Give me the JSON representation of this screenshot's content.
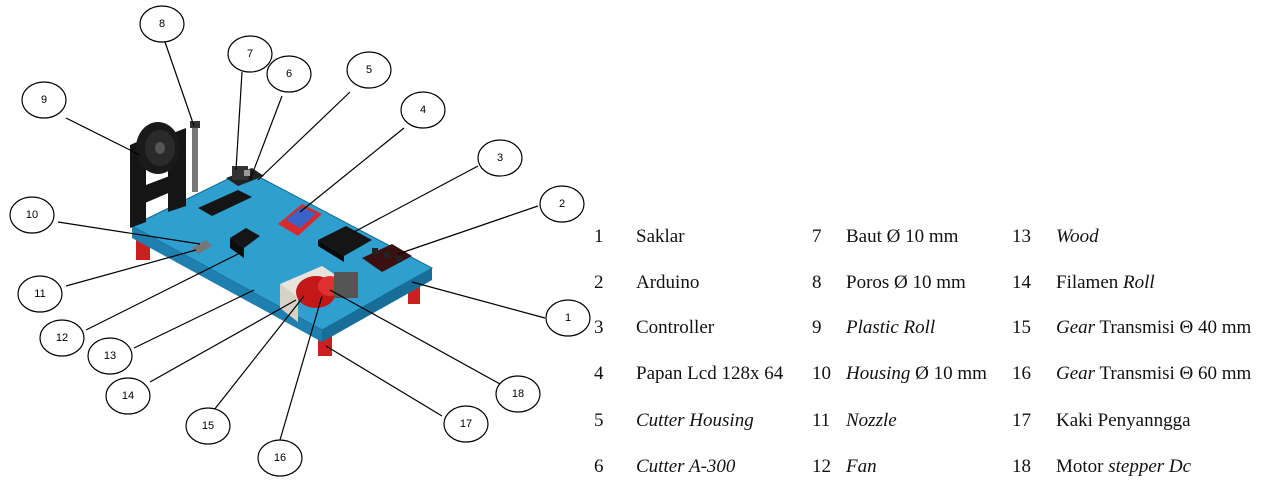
{
  "callouts": [
    "1",
    "2",
    "3",
    "4",
    "5",
    "6",
    "7",
    "8",
    "9",
    "10",
    "11",
    "12",
    "13",
    "14",
    "15",
    "16",
    "17",
    "18"
  ],
  "legend": [
    {
      "num": "1",
      "parts": [
        {
          "t": "Saklar",
          "i": false
        }
      ]
    },
    {
      "num": "2",
      "parts": [
        {
          "t": "Arduino",
          "i": false
        }
      ]
    },
    {
      "num": "3",
      "parts": [
        {
          "t": "Controller",
          "i": false
        }
      ]
    },
    {
      "num": "4",
      "parts": [
        {
          "t": "Papan Lcd 128x 64",
          "i": false
        }
      ]
    },
    {
      "num": "5",
      "parts": [
        {
          "t": "Cutter Housing",
          "i": true
        }
      ]
    },
    {
      "num": "6",
      "parts": [
        {
          "t": "Cutter A-300",
          "i": true
        }
      ]
    },
    {
      "num": "7",
      "parts": [
        {
          "t": "Baut Ø 10 mm",
          "i": false
        }
      ]
    },
    {
      "num": "8",
      "parts": [
        {
          "t": "Poros Ø 10 mm",
          "i": false
        }
      ]
    },
    {
      "num": "9",
      "parts": [
        {
          "t": "Plastic Roll",
          "i": true
        }
      ]
    },
    {
      "num": "10",
      "parts": [
        {
          "t": "Housing",
          "i": true
        },
        {
          "t": " Ø 10 mm",
          "i": false
        }
      ]
    },
    {
      "num": "11",
      "parts": [
        {
          "t": "Nozzle",
          "i": true
        }
      ]
    },
    {
      "num": "12",
      "parts": [
        {
          "t": "Fan",
          "i": true
        }
      ]
    },
    {
      "num": "13",
      "parts": [
        {
          "t": "Wood",
          "i": true
        }
      ]
    },
    {
      "num": "14",
      "parts": [
        {
          "t": "Filamen ",
          "i": false
        },
        {
          "t": "Roll",
          "i": true
        }
      ]
    },
    {
      "num": "15",
      "parts": [
        {
          "t": "Gear",
          "i": true
        },
        {
          "t": " Transmisi Θ 40 mm",
          "i": false
        }
      ]
    },
    {
      "num": "16",
      "parts": [
        {
          "t": "Gear",
          "i": true
        },
        {
          "t": " Transmisi Θ 60 mm",
          "i": false
        }
      ]
    },
    {
      "num": "17",
      "parts": [
        {
          "t": "Kaki Penyanngga",
          "i": false
        }
      ]
    },
    {
      "num": "18",
      "parts": [
        {
          "t": "Motor ",
          "i": false
        },
        {
          "t": "stepper Dc",
          "i": true
        }
      ]
    }
  ],
  "colors": {
    "board_top": "#2f9fcf",
    "board_side": "#1f7fae",
    "legs": "#cc1f1f",
    "black_parts": "#151515",
    "lcd_red": "#d82a2a",
    "lcd_screen": "#3a63c8"
  }
}
